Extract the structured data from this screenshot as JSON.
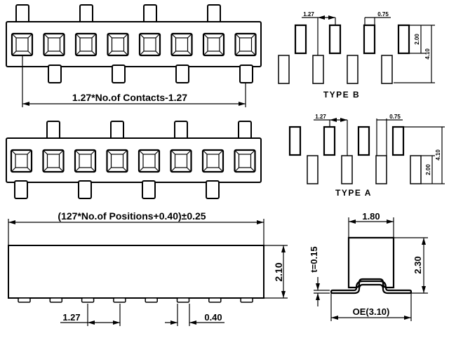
{
  "views": {
    "top_view_b": {
      "contact_count": 8,
      "dimension_label": "1.27*No.of  Contacts-1.27"
    },
    "top_view_a": {
      "contact_count": 8
    },
    "side_view": {
      "pin_count": 8,
      "width_label": "(127*No.of  Positions+0.40)±0.25",
      "height_label": "2.10",
      "pitch_label": "1.27",
      "pin_width_label": "0.40"
    },
    "profile_view": {
      "top_width_label": "1.80",
      "height_label": "2.30",
      "thickness_label": "t=0.15",
      "overall_label": "OE(3.10)"
    }
  },
  "footprints": {
    "type_b": {
      "title": "TYPE B",
      "pitch_label": "1.27",
      "pad_width_label": "0.75",
      "pad_height_label": "2.00",
      "total_height_label": "4.10"
    },
    "type_a": {
      "title": "TYPE A",
      "pitch_label": "1.27",
      "pad_width_label": "0.75",
      "pad_height_label": "2.00",
      "total_height_label": "4.10"
    }
  }
}
